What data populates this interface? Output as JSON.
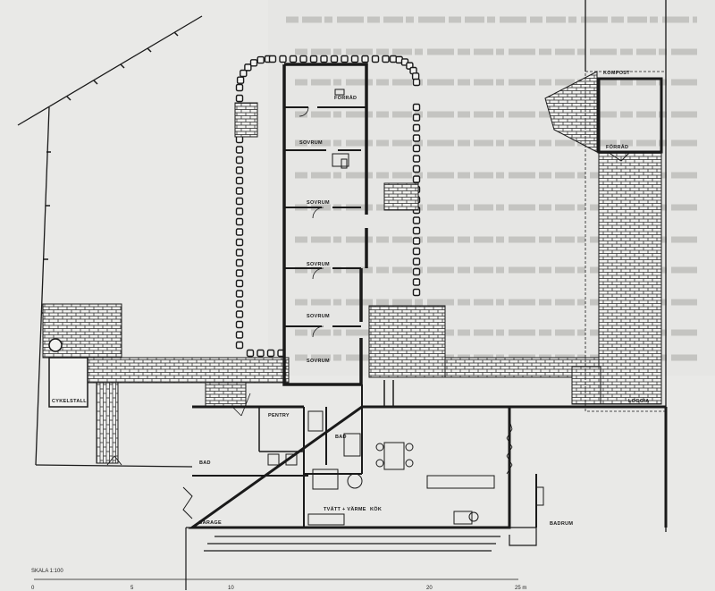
{
  "rooms": {
    "forrad_top": "FÖRRÅD",
    "sovrum_1": "SOVRUM",
    "sovrum_2": "SOVRUM",
    "sovrum_3": "SOVRUM",
    "sovrum_4": "SOVRUM",
    "sovrum_5": "SOVRUM",
    "kompost": "KOMPOST",
    "forrad_right": "FÖRRÅD",
    "loggia": "LOGGIA",
    "cykelstall": "CYKELSTALL",
    "pentry": "PENTRY",
    "bad": "BAD",
    "bad2": "BAD",
    "garage": "GARAGE",
    "tvatt": "TVÄTT + VÄRME",
    "kok": "KÖK",
    "badrum": "BADRUM"
  },
  "scale": {
    "label": "SKALA 1:100",
    "ticks": [
      "0",
      "5",
      "10",
      "20",
      "25 m"
    ]
  },
  "colors": {
    "ink": "#1a1a1a",
    "paper": "#e9e9e7",
    "bleed": "#8e8e8c"
  }
}
